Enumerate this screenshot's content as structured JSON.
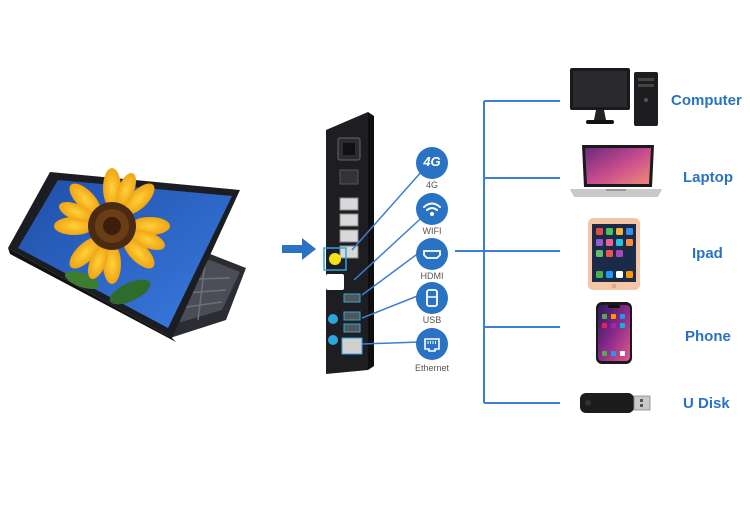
{
  "ports": [
    {
      "label": "4G",
      "icon": "4g-icon",
      "glyph": "4G"
    },
    {
      "label": "WIFI",
      "icon": "wifi-icon"
    },
    {
      "label": "HDMI",
      "icon": "hdmi-icon"
    },
    {
      "label": "USB",
      "icon": "usb-icon"
    },
    {
      "label": "Ethernet",
      "icon": "ethernet-icon"
    }
  ],
  "devices": [
    {
      "label": "Computer",
      "icon": "computer-icon"
    },
    {
      "label": "Laptop",
      "icon": "laptop-icon"
    },
    {
      "label": "Ipad",
      "icon": "tablet-icon"
    },
    {
      "label": "Phone",
      "icon": "phone-icon"
    },
    {
      "label": "U Disk",
      "icon": "usb-drive-icon"
    }
  ],
  "colors": {
    "accent": "#2a72c4",
    "connector": "#3b7fd0",
    "panel": "#1e1e22",
    "marker_yellow": "#f2e21a",
    "marker_cyan": "#2aa6e0"
  }
}
